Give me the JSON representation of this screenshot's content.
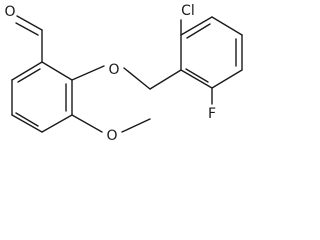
{
  "structure": {
    "atom_labels": {
      "aldehyde_oxygen": "O",
      "ether_oxygen": "O",
      "methoxy_oxygen": "O",
      "chlorine": "Cl",
      "fluorine": "F"
    }
  }
}
